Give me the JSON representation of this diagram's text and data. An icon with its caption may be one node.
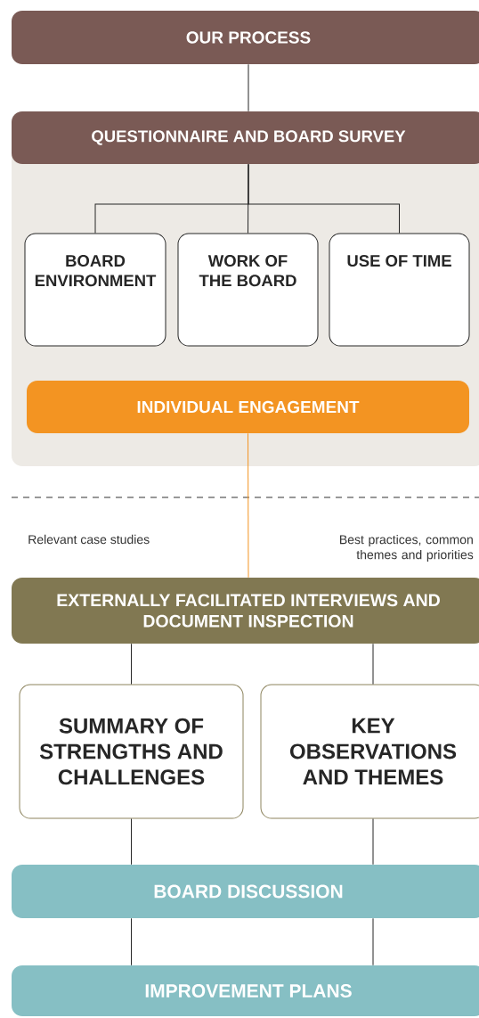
{
  "diagram": {
    "nodes": [
      {
        "text": [
          "OUR PROCESS"
        ]
      },
      {
        "text": [],
        "shape": "box"
      },
      {
        "text": [
          "QUESTIONNAIRE AND BOARD SURVEY"
        ],
        "in": 1
      },
      {
        "text": [
          "BOARD ENVIRONMENT"
        ],
        "in": 1
      },
      {
        "text": [
          "WORK OF THE BOARD"
        ],
        "in": 1
      },
      {
        "text": [
          "USE OF TIME"
        ],
        "in": 1
      },
      {
        "text": [
          "INDIVIDUAL ENGAGEMENT"
        ],
        "in": 1
      },
      {
        "text": [
          "EXTERNALLY FACILITATED INTERVIEWS AND DOCUMENT INSPECTION"
        ]
      },
      {
        "text": [
          "SUMMARY OF STRENGTHS AND CHALLENGES"
        ]
      },
      {
        "text": [
          "KEY OBSERVATIONS AND THEMES"
        ]
      },
      {
        "text": [
          "BOARD DISCUSSION"
        ]
      },
      {
        "text": [
          "IMPROVEMENT PLANS"
        ]
      }
    ],
    "edges": [
      {
        "from": 0,
        "to": 2,
        "arrow": "none"
      },
      {
        "from": 2,
        "to": 3,
        "arrow": "none"
      },
      {
        "from": 2,
        "to": 4,
        "arrow": "none"
      },
      {
        "from": 2,
        "to": 5,
        "arrow": "none"
      },
      {
        "from": 6,
        "to": 7,
        "arrow": "none",
        "color": "#f39422"
      },
      {
        "from": 7,
        "to": 8,
        "arrow": "none"
      },
      {
        "from": 7,
        "to": 9,
        "arrow": "none"
      },
      {
        "from": 8,
        "to": 10,
        "arrow": "none"
      },
      {
        "from": 9,
        "to": 10,
        "arrow": "none"
      },
      {
        "from": 10,
        "to": 11,
        "arrow": "none"
      },
      {
        "from": 10,
        "to": 11,
        "arrow": "none"
      }
    ],
    "labels": [
      "Relevant case studies",
      "Best practices, common themes and priorities"
    ]
  }
}
